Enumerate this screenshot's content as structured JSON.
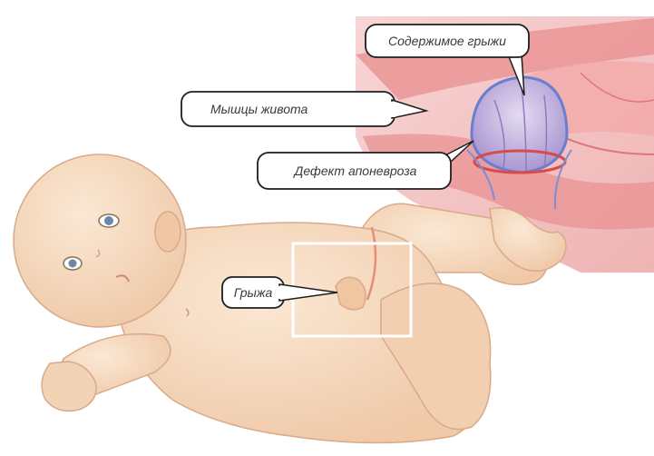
{
  "labels": {
    "hernia_contents": "Содержимое грыжи",
    "abdominal_muscles": "Мышцы   живота",
    "aponeurosis_defect": "Дефект апоневроза",
    "hernia": "Грыжа"
  },
  "colors": {
    "skin": "#f6dcc0",
    "skin_shadow": "#e9c2a0",
    "muscle_bg": "#f4c8c8",
    "muscle_band": "#e98a8a",
    "hernia_sac": "#b8a7d6",
    "callout_border": "#1e1e1e",
    "highlight_box": "#ffffff"
  },
  "icons": [
    "infant-illustration",
    "magnified-hernia-inset"
  ]
}
